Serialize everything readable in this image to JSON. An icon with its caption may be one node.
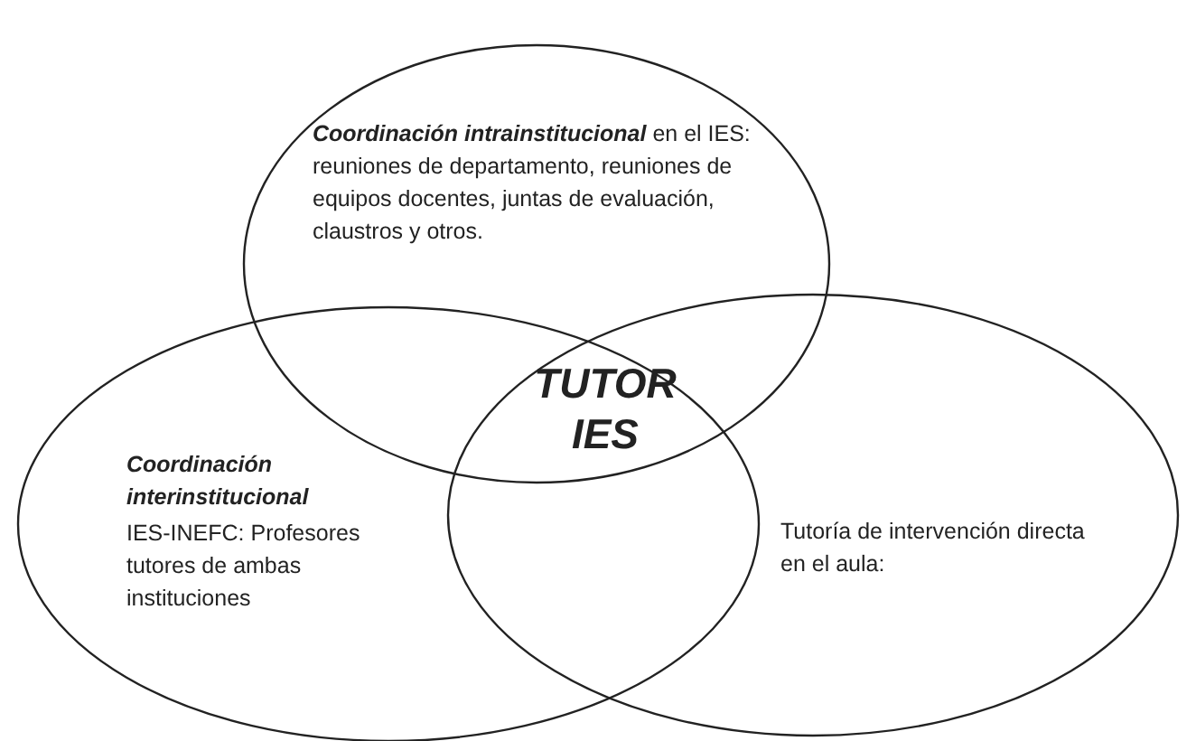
{
  "diagram": {
    "nodes": [
      {
        "text": [
          "*Coordinación intrainstitucional* en el IES: reuniones de departamento, reuniones de equipos docentes, juntas de evaluación, claustros y otros."
        ]
      },
      {
        "text": [
          "Coordinación interinstitucional",
          "IES-INEFC: Profesores tutores de ambas instituciones"
        ]
      },
      {
        "text": [
          "Tutoría de intervención directa en el aula:"
        ]
      }
    ],
    "labels": [
      "TUTOR IES"
    ]
  }
}
